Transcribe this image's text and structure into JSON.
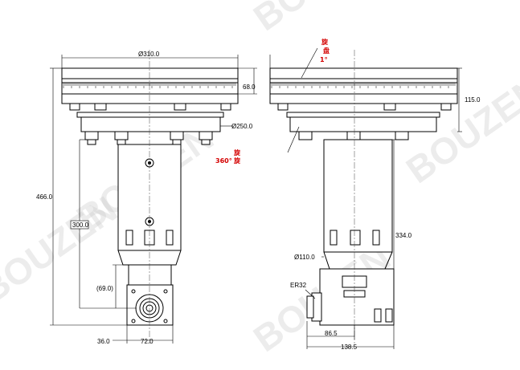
{
  "watermark": "BOUZEN",
  "left_view": {
    "dims": {
      "overall_diameter": "Ø310.0",
      "flange_height": "68.0",
      "flange_diameter": "Ø250.0",
      "total_height": "466.0",
      "box_height": "300.0",
      "offset_height": "(69.0)",
      "bottom_offset": "36.0",
      "bottom_width": "72.0"
    },
    "note": {
      "line1": "旋",
      "line2": "360°",
      "line3": "旋"
    }
  },
  "right_view": {
    "dims": {
      "head_height": "115.0",
      "body_height": "334.0",
      "body_diameter": "Ø110.0",
      "collet": "ER32",
      "half_width": "86.5",
      "full_width": "138.5"
    },
    "note": {
      "line1": "旋",
      "line2": "盘",
      "line3": "1°"
    }
  }
}
